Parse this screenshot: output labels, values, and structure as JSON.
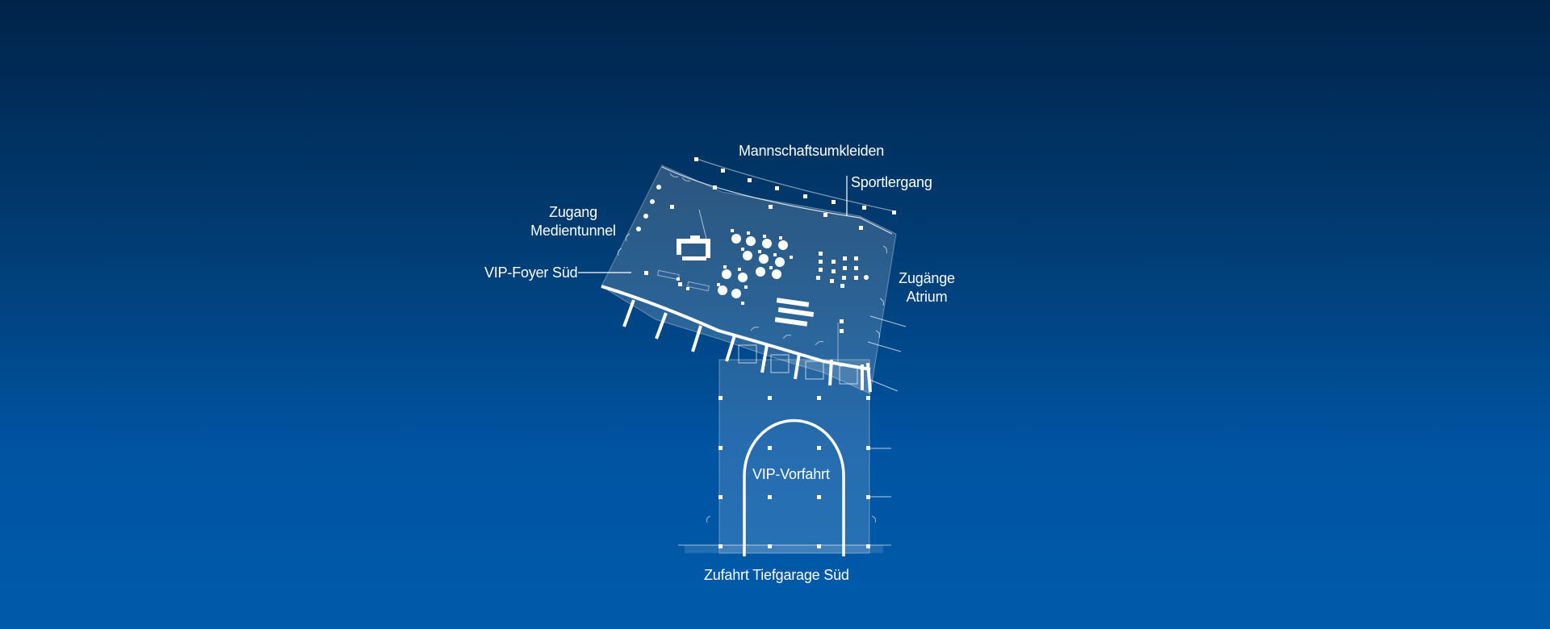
{
  "floorplan": {
    "labels": {
      "team_changing_rooms": "Mannschaftsumkleiden",
      "players_tunnel": "Sportlergang",
      "media_tunnel_line1": "Zugang",
      "media_tunnel_line2": "Medientunnel",
      "vip_foyer_south": "VIP-Foyer Süd",
      "atrium_access_line1": "Zugänge",
      "atrium_access_line2": "Atrium",
      "vip_driveway": "VIP-Vorfahrt",
      "underground_garage_access": "Zufahrt Tiefgarage Süd"
    },
    "colors": {
      "background_top": "#00234a",
      "background_bottom": "#005bab",
      "line": "#ffffff",
      "area_fill": "#ffffff"
    }
  }
}
